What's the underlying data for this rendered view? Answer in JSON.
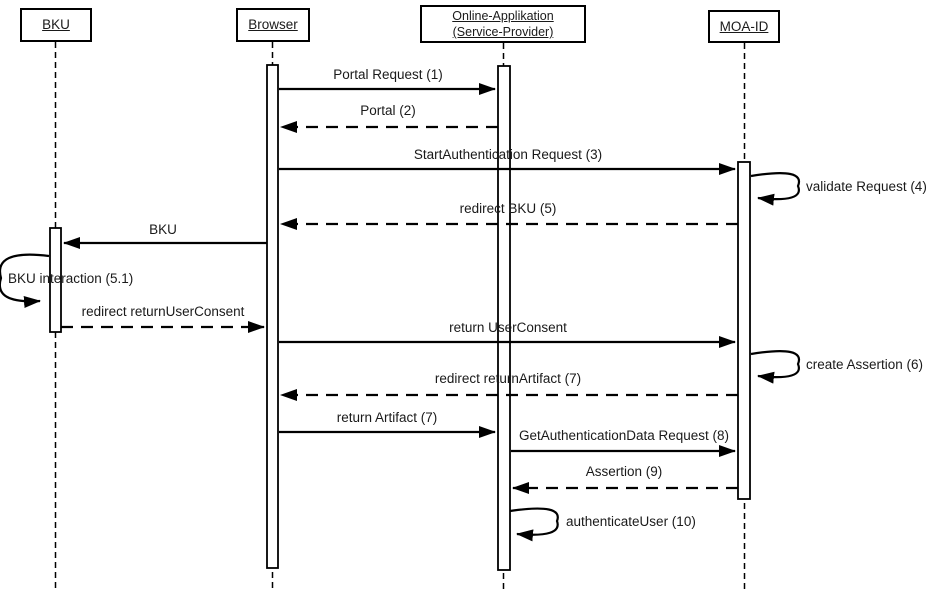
{
  "diagram_type": "uml-sequence-diagram",
  "colors": {
    "line": "#000000",
    "background": "#ffffff"
  },
  "actors": [
    {
      "id": "bku",
      "label": "BKU"
    },
    {
      "id": "browser",
      "label": "Browser"
    },
    {
      "id": "online-app",
      "label": "Online-Applikation (Service-Provider)"
    },
    {
      "id": "moa-id",
      "label": "MOA-ID"
    }
  ],
  "messages": [
    {
      "label": "Portal Request (1)",
      "from": "browser",
      "to": "online-app",
      "style": "solid"
    },
    {
      "label": "Portal (2)",
      "from": "online-app",
      "to": "browser",
      "style": "dashed"
    },
    {
      "label": "StartAuthentication Request (3)",
      "from": "browser",
      "to": "moa-id",
      "style": "solid"
    },
    {
      "label": "validate Request (4)",
      "from": "moa-id",
      "to": "moa-id",
      "style": "self"
    },
    {
      "label": "redirect BKU (5)",
      "from": "moa-id",
      "to": "browser",
      "style": "dashed"
    },
    {
      "label": "BKU",
      "from": "browser",
      "to": "bku",
      "style": "solid"
    },
    {
      "label": "BKU interaction (5.1)",
      "from": "bku",
      "to": "bku",
      "style": "self"
    },
    {
      "label": "redirect returnUserConsent",
      "from": "bku",
      "to": "browser",
      "style": "dashed"
    },
    {
      "label": "return UserConsent",
      "from": "browser",
      "to": "moa-id",
      "style": "solid"
    },
    {
      "label": "create Assertion (6)",
      "from": "moa-id",
      "to": "moa-id",
      "style": "self"
    },
    {
      "label": "redirect returnArtifact (7)",
      "from": "moa-id",
      "to": "browser",
      "style": "dashed"
    },
    {
      "label": "return Artifact (7)",
      "from": "browser",
      "to": "online-app",
      "style": "solid"
    },
    {
      "label": "GetAuthenticationData Request (8)",
      "from": "online-app",
      "to": "moa-id",
      "style": "solid"
    },
    {
      "label": "Assertion (9)",
      "from": "moa-id",
      "to": "online-app",
      "style": "dashed"
    },
    {
      "label": "authenticateUser (10)",
      "from": "online-app",
      "to": "online-app",
      "style": "self"
    }
  ]
}
